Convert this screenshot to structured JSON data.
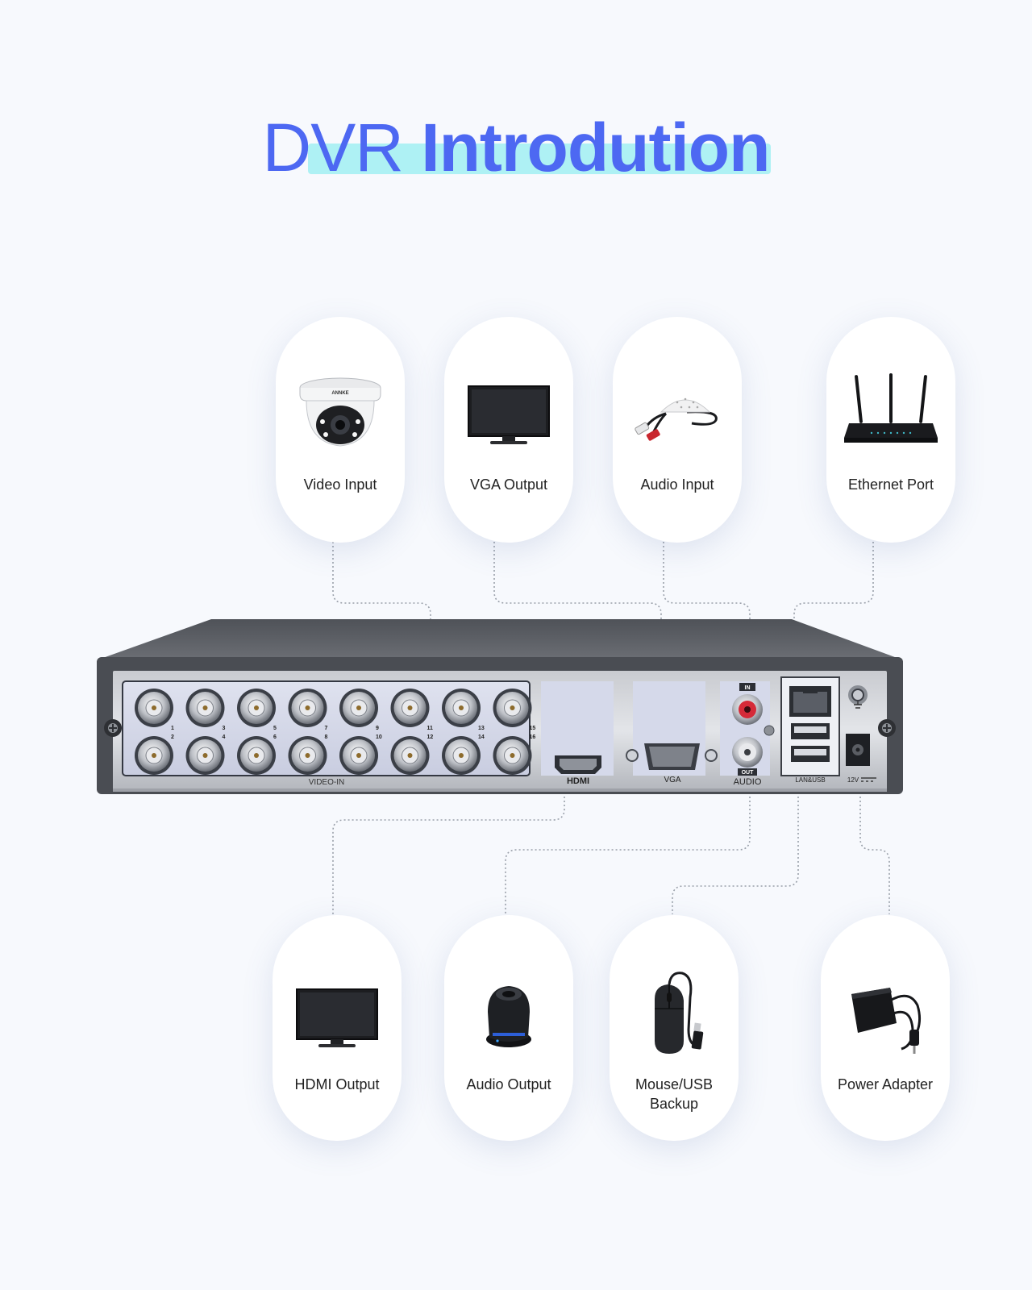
{
  "title": {
    "light": "DVR",
    "bold": "Introdution"
  },
  "top_items": [
    {
      "label": "Video Input",
      "icon": "dome-camera-icon"
    },
    {
      "label": "VGA Output",
      "icon": "monitor-icon"
    },
    {
      "label": "Audio Input",
      "icon": "microphone-icon"
    },
    {
      "label": "Ethernet Port",
      "icon": "router-icon"
    }
  ],
  "bottom_items": [
    {
      "label": "HDMI Output",
      "icon": "monitor-icon"
    },
    {
      "label": "Audio Output",
      "icon": "speaker-icon"
    },
    {
      "label": "Mouse/USB Backup",
      "icon": "mouse-icon"
    },
    {
      "label": "Power Adapter",
      "icon": "power-adapter-icon"
    }
  ],
  "panel_labels": {
    "video_in": "VIDEO-IN",
    "hdmi": "HDMI",
    "vga": "VGA",
    "audio": "AUDIO",
    "audio_in": "IN",
    "audio_out": "OUT",
    "lan_usb": "LAN&USB",
    "power": "12V",
    "camera_brand": "ANNKE"
  },
  "bnc_numbers": [
    "1",
    "2",
    "3",
    "4",
    "5",
    "6",
    "7",
    "8",
    "9",
    "10",
    "11",
    "12",
    "13",
    "14",
    "15",
    "16"
  ],
  "colors": {
    "accent": "#4d68f2",
    "highlight": "#aef1f4",
    "background": "#f7f9fd"
  }
}
